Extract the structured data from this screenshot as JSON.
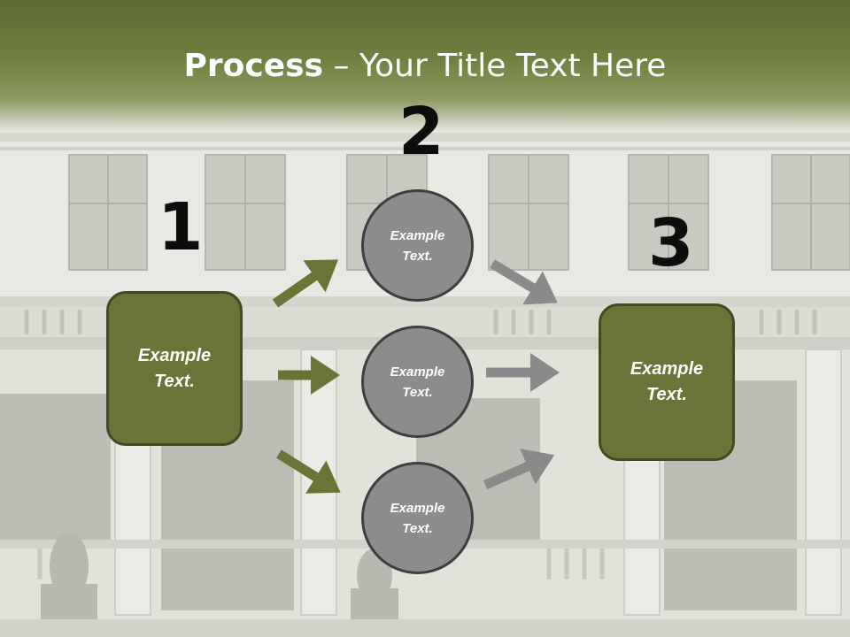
{
  "title": {
    "bold": "Process",
    "rest": " – Your Title Text Here"
  },
  "steps": [
    {
      "number": "1",
      "box_text": "Example\nText."
    },
    {
      "number": "2"
    },
    {
      "number": "3",
      "box_text": "Example\nText."
    }
  ],
  "circles": [
    {
      "text": "Example\nText."
    },
    {
      "text": "Example\nText."
    },
    {
      "text": "Example\nText."
    }
  ],
  "colors": {
    "header_green": "#6f8140",
    "box_fill": "#6a7438",
    "box_border": "#434a21",
    "circle_fill": "#8c8c8c",
    "circle_border": "#3e3e3e",
    "green_arrow": "#6b7437",
    "gray_arrow": "#8a8a8a"
  }
}
